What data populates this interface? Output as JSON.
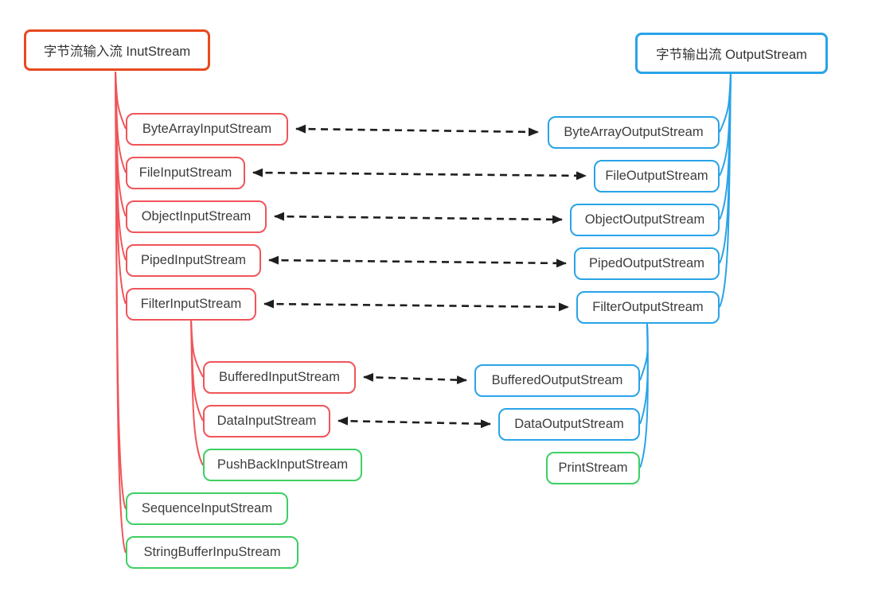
{
  "roots": {
    "input": {
      "label": "字节流输入流 InutStream"
    },
    "output": {
      "label": "字节输出流 OutputStream"
    }
  },
  "input_nodes": [
    {
      "label": "ByteArrayInputStream",
      "category": "red"
    },
    {
      "label": "FileInputStream",
      "category": "red"
    },
    {
      "label": "ObjectInputStream",
      "category": "red"
    },
    {
      "label": "PipedInputStream",
      "category": "red"
    },
    {
      "label": "FilterInputStream",
      "category": "red"
    },
    {
      "label": "BufferedInputStream",
      "category": "red"
    },
    {
      "label": "DataInputStream",
      "category": "red"
    },
    {
      "label": "PushBackInputStream",
      "category": "green"
    },
    {
      "label": "SequenceInputStream",
      "category": "green"
    },
    {
      "label": "StringBufferInpuStream",
      "category": "green"
    }
  ],
  "output_nodes": [
    {
      "label": "ByteArrayOutputStream",
      "category": "blue"
    },
    {
      "label": "FileOutputStream",
      "category": "blue"
    },
    {
      "label": "ObjectOutputStream",
      "category": "blue"
    },
    {
      "label": "PipedOutputStream",
      "category": "blue"
    },
    {
      "label": "FilterOutputStream",
      "category": "blue"
    },
    {
      "label": "BufferedOutputStream",
      "category": "blue"
    },
    {
      "label": "DataOutputStream",
      "category": "blue"
    },
    {
      "label": "PrintStream",
      "category": "green"
    }
  ],
  "links": [
    {
      "from": "ByteArrayInputStream",
      "to": "ByteArrayOutputStream",
      "style": "dashed-double-arrow"
    },
    {
      "from": "FileInputStream",
      "to": "FileOutputStream",
      "style": "dashed-double-arrow"
    },
    {
      "from": "ObjectInputStream",
      "to": "ObjectOutputStream",
      "style": "dashed-double-arrow"
    },
    {
      "from": "PipedInputStream",
      "to": "PipedOutputStream",
      "style": "dashed-double-arrow"
    },
    {
      "from": "FilterInputStream",
      "to": "FilterOutputStream",
      "style": "dashed-double-arrow"
    },
    {
      "from": "BufferedInputStream",
      "to": "BufferedOutputStream",
      "style": "dashed-double-arrow"
    },
    {
      "from": "DataInputStream",
      "to": "DataOutputStream",
      "style": "dashed-double-arrow"
    }
  ],
  "colors": {
    "root_input_border": "#e8491f",
    "input_branch": "#f0555a",
    "output_branch": "#29a3e8",
    "leaf_green": "#3ecf63",
    "arrow": "#1e1e1e",
    "text": "#3d3d3d",
    "background": "#ffffff"
  }
}
